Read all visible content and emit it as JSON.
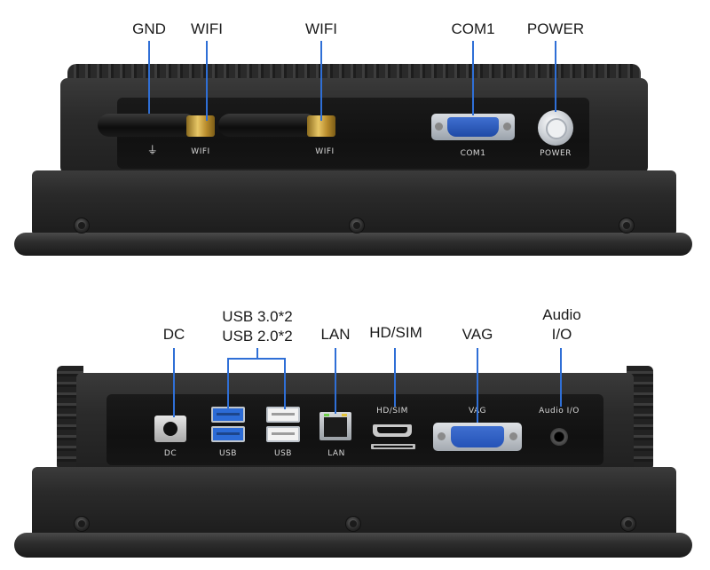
{
  "top_view": {
    "callouts": {
      "gnd": "GND",
      "wifi_1": "WIFI",
      "wifi_2": "WIFI",
      "com1": "COM1",
      "power": "POWER"
    },
    "silkscreen": {
      "gnd_symbol": "⏚",
      "wifi_1": "WIFI",
      "wifi_2": "WIFI",
      "com1": "COM1",
      "power": "POWER"
    }
  },
  "bottom_view": {
    "callouts": {
      "dc": "DC",
      "usb_line1": "USB 3.0*2",
      "usb_line2": "USB 2.0*2",
      "lan": "LAN",
      "hd_sim": "HD/SIM",
      "vag": "VAG",
      "audio_line1": "Audio",
      "audio_line2": "I/O"
    },
    "silkscreen": {
      "dc": "DC",
      "usb_1": "USB",
      "usb_2": "USB",
      "lan": "LAN",
      "hd_sim": "HD/SIM",
      "vag": "VAG",
      "audio": "Audio I/O"
    }
  },
  "colors": {
    "callout_line": "#2f6fd6",
    "usb3_port": "#2c6bd6",
    "vga_port": "#2553b8"
  }
}
